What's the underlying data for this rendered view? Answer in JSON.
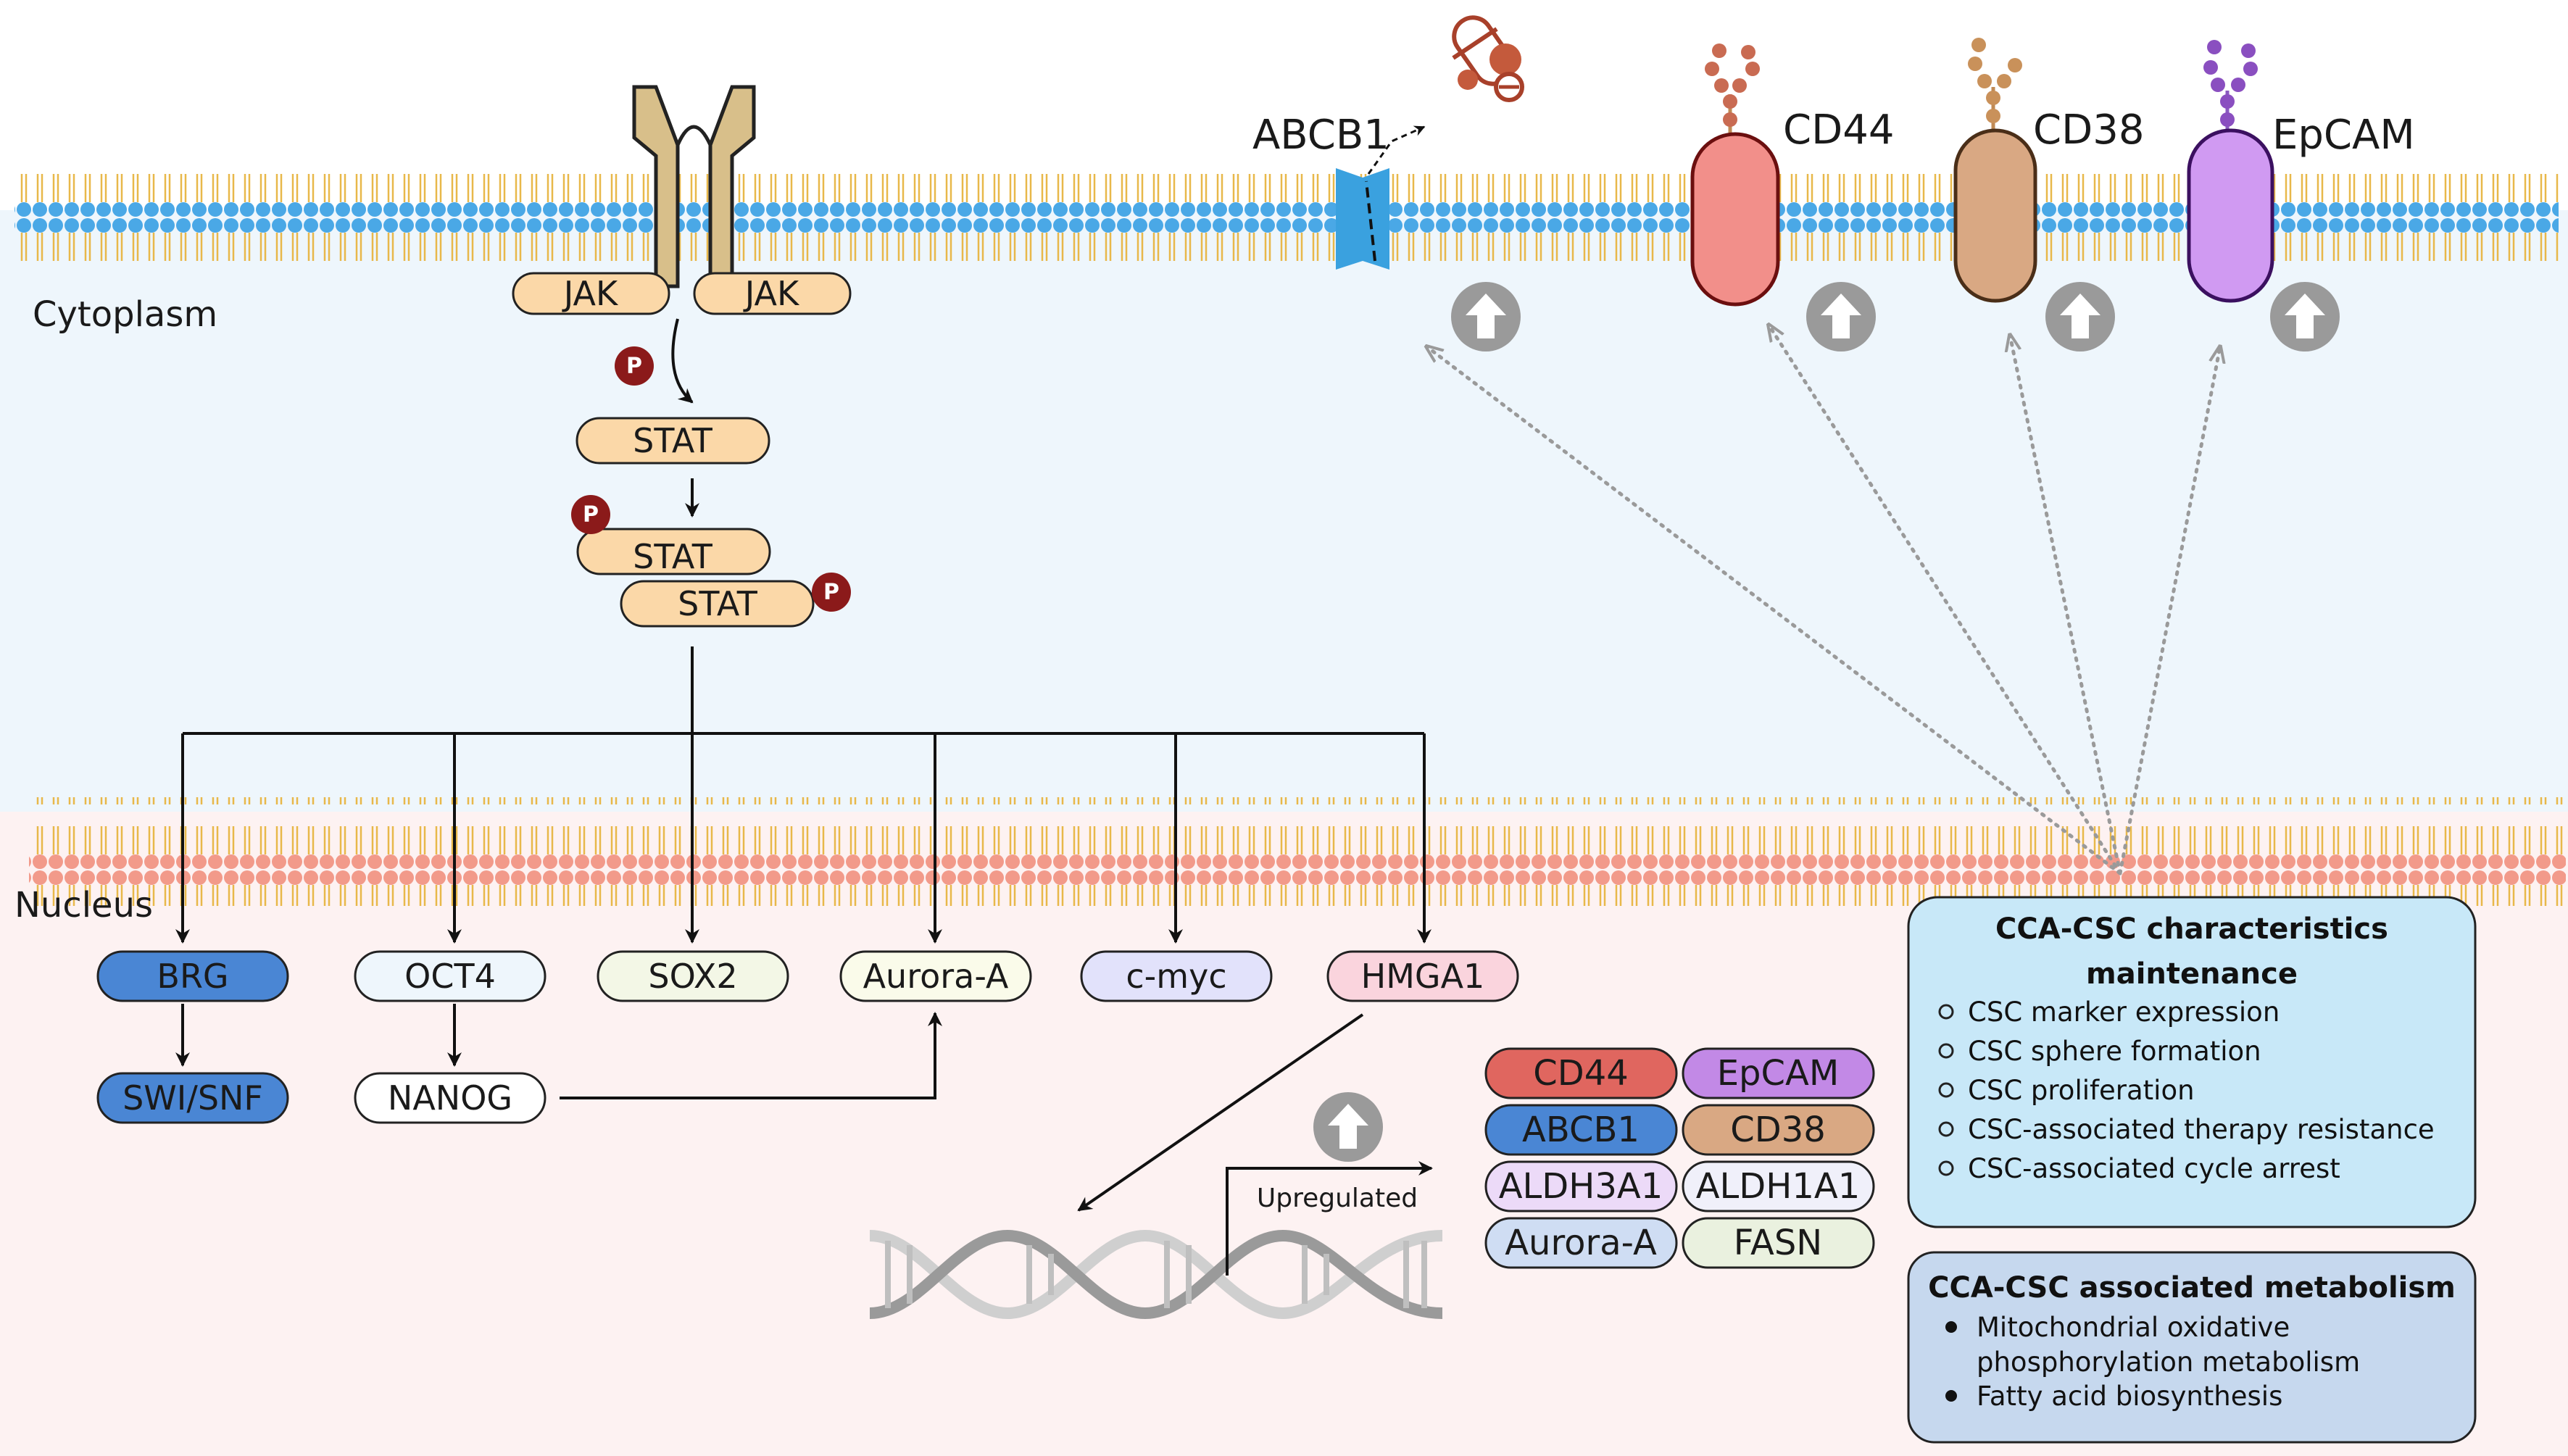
{
  "regions": {
    "cytoplasm": "Cytoplasm",
    "nucleus": "Nucleus"
  },
  "receptor": {
    "jak_left": "JAK",
    "jak_right": "JAK"
  },
  "phospho_label": "P",
  "stat": {
    "single": "STAT",
    "dimer_top": "STAT",
    "dimer_bottom": "STAT"
  },
  "membrane_proteins": {
    "abcb1": "ABCB1",
    "cd44": "CD44",
    "cd38": "CD38",
    "epcam": "EpCAM"
  },
  "nuclear_targets": {
    "brg": "BRG",
    "swi_snf": "SWI/SNF",
    "oct4": "OCT4",
    "nanog": "NANOG",
    "sox2": "SOX2",
    "aurora_a": "Aurora-A",
    "c_myc": "c-myc",
    "hmga1": "HMGA1"
  },
  "upregulated_label": "Upregulated",
  "upregulated_genes": {
    "cd44": "CD44",
    "epcam": "EpCAM",
    "abcb1": "ABCB1",
    "cd38": "CD38",
    "aldh3a1": "ALDH3A1",
    "aldh1a1": "ALDH1A1",
    "aurora_a": "Aurora-A",
    "fasn": "FASN"
  },
  "csc_box": {
    "title_line1": "CCA-CSC characteristics",
    "title_line2": "maintenance",
    "items": [
      "CSC marker expression",
      "CSC sphere formation",
      "CSC proliferation",
      "CSC-associated therapy resistance",
      "CSC-associated cycle arrest"
    ]
  },
  "metabolism_box": {
    "title": "CCA-CSC associated metabolism",
    "item1_line1": "Mitochondrial oxidative",
    "item1_line2": "phosphorylation metabolism",
    "item2": "Fatty acid  biosynthesis"
  },
  "colors": {
    "cytoplasm_bg": "#eef6fc",
    "nucleus_bg": "#fdf2f2",
    "cell_membrane": "#4aa8e6",
    "nuclear_membrane": "#f29a8a",
    "stat_fill": "#fbd8a8",
    "phospho": "#8b1a1a",
    "cd44": "#f28f8a",
    "cd38": "#d9a883",
    "epcam": "#d09af2",
    "abcb1": "#3aa1df"
  }
}
